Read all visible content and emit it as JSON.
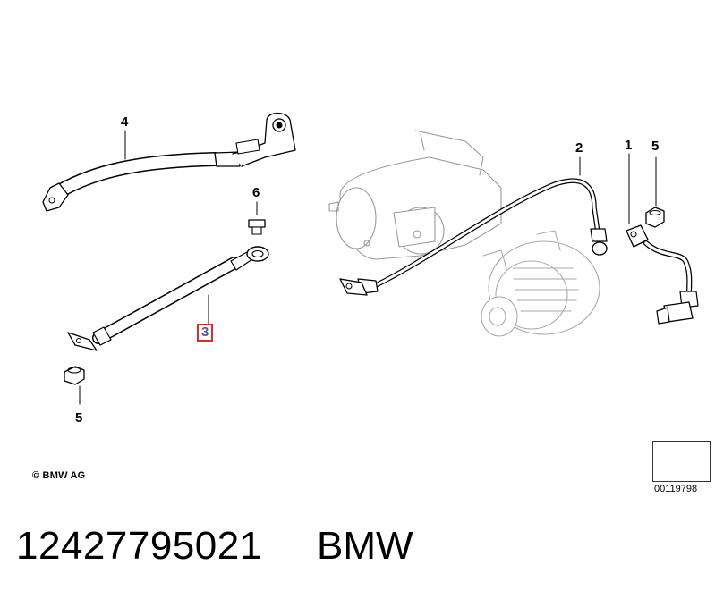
{
  "diagram": {
    "callouts": [
      "1",
      "2",
      "3",
      "4",
      "5",
      "5",
      "6"
    ],
    "highlighted_callout": "3",
    "highlight_color": "#d0312d",
    "copyright": "© BMW AG",
    "reference_number": "00119798",
    "reference_icon": "arrow-pointer-icon"
  },
  "footer": {
    "part_number": "12427795021",
    "brand": "BMW"
  }
}
